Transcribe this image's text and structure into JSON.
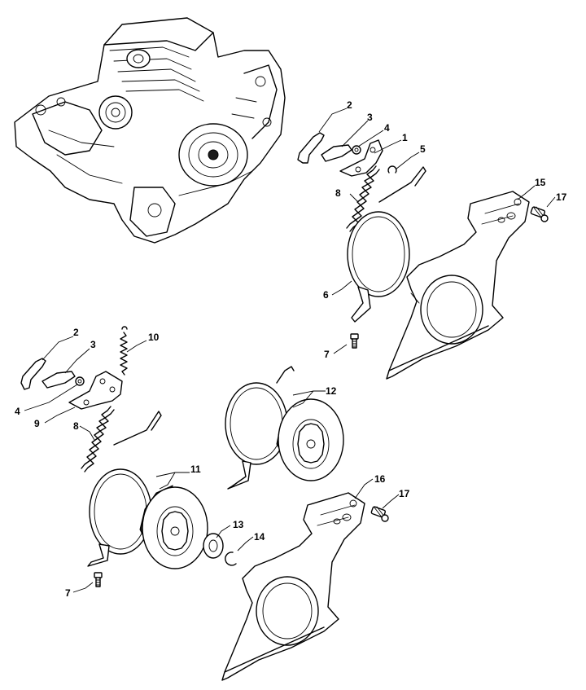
{
  "diagram": {
    "callouts": [
      {
        "id": "c-2a",
        "text": "2"
      },
      {
        "id": "c-3a",
        "text": "3"
      },
      {
        "id": "c-4a",
        "text": "4"
      },
      {
        "id": "c-1",
        "text": "1"
      },
      {
        "id": "c-5",
        "text": "5"
      },
      {
        "id": "c-8a",
        "text": "8"
      },
      {
        "id": "c-15",
        "text": "15"
      },
      {
        "id": "c-17a",
        "text": "17"
      },
      {
        "id": "c-6",
        "text": "6"
      },
      {
        "id": "c-7a",
        "text": "7"
      },
      {
        "id": "c-2b",
        "text": "2"
      },
      {
        "id": "c-3b",
        "text": "3"
      },
      {
        "id": "c-10",
        "text": "10"
      },
      {
        "id": "c-4b",
        "text": "4"
      },
      {
        "id": "c-9",
        "text": "9"
      },
      {
        "id": "c-8b",
        "text": "8"
      },
      {
        "id": "c-12",
        "text": "12"
      },
      {
        "id": "c-11",
        "text": "11"
      },
      {
        "id": "c-16",
        "text": "16"
      },
      {
        "id": "c-17b",
        "text": "17"
      },
      {
        "id": "c-13",
        "text": "13"
      },
      {
        "id": "c-14",
        "text": "14"
      },
      {
        "id": "c-7b",
        "text": "7"
      }
    ]
  }
}
